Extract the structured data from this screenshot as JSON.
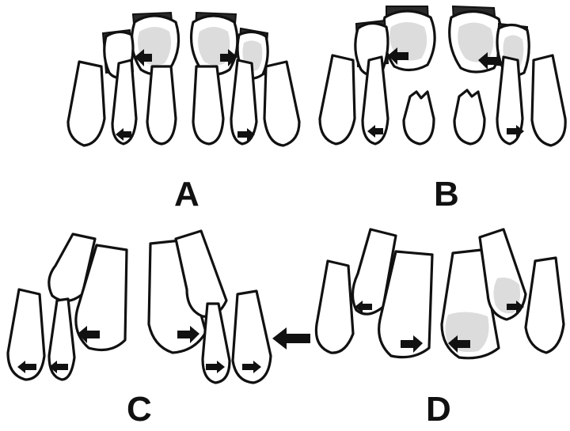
{
  "panels": [
    {
      "id": "A",
      "label": "A"
    },
    {
      "id": "B",
      "label": "B"
    },
    {
      "id": "C",
      "label": "C"
    },
    {
      "id": "D",
      "label": "D"
    }
  ],
  "icons": {
    "arrow": "arrow-icon",
    "tooth": "tooth-shape"
  },
  "colors": {
    "ink": "#111111",
    "background": "#ffffff",
    "crypt": "#2a2a2a"
  }
}
